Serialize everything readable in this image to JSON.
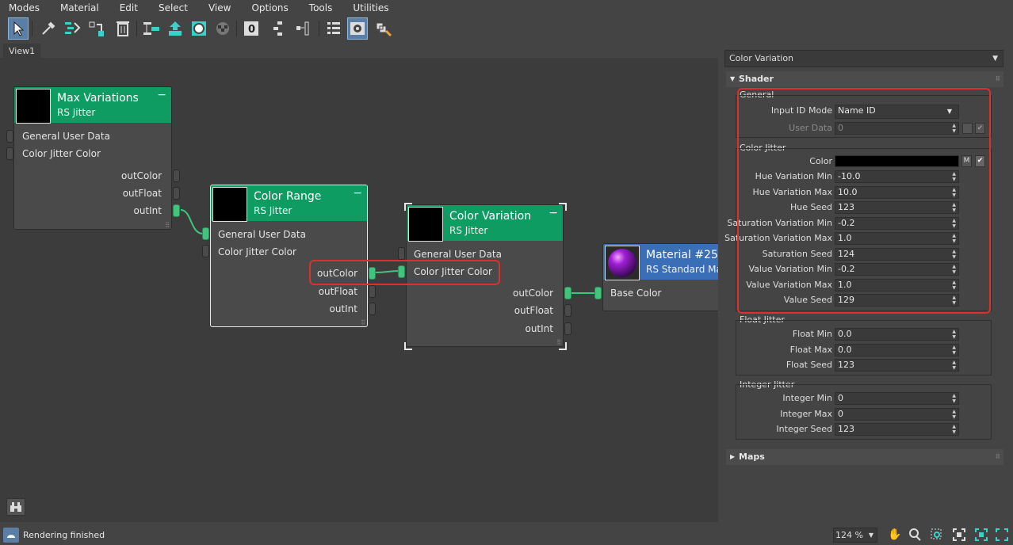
{
  "menu": [
    "Modes",
    "Material",
    "Edit",
    "Select",
    "View",
    "Options",
    "Tools",
    "Utilities"
  ],
  "view_tab": "View1",
  "nodes": {
    "max_variations": {
      "title": "Max Variations",
      "subtitle": "RS Jitter",
      "inputs": [
        "General User Data",
        "Color Jitter Color"
      ],
      "outputs": [
        "outColor",
        "outFloat",
        "outInt"
      ],
      "minimize": "−"
    },
    "color_range": {
      "title": "Color Range",
      "subtitle": "RS Jitter",
      "inputs": [
        "General User Data",
        "Color Jitter Color"
      ],
      "outputs": [
        "outColor",
        "outFloat",
        "outInt"
      ],
      "minimize": "−"
    },
    "color_variation": {
      "title": "Color Variation",
      "subtitle": "RS Jitter",
      "inputs": [
        "General User Data",
        "Color Jitter Color"
      ],
      "outputs": [
        "outColor",
        "outFloat",
        "outInt"
      ],
      "minimize": "−"
    },
    "material": {
      "title": "Material #25",
      "subtitle": "RS Standard Ma",
      "inputs": [
        "Base Color"
      ]
    }
  },
  "panel": {
    "selector": "Color Variation",
    "shader_rollout": "Shader",
    "maps_rollout": "Maps",
    "general": {
      "title": "General",
      "input_id_mode_label": "Input ID Mode",
      "input_id_mode_value": "Name ID",
      "user_data_label": "User Data",
      "user_data_value": "0"
    },
    "color_jitter": {
      "title": "Color Jitter",
      "color_label": "Color",
      "color_value": "#000000",
      "map_button": "M",
      "fields": [
        {
          "label": "Hue Variation Min",
          "value": "-10.0"
        },
        {
          "label": "Hue Variation Max",
          "value": "10.0"
        },
        {
          "label": "Hue Seed",
          "value": "123"
        },
        {
          "label": "Saturation Variation Min",
          "value": "-0.2"
        },
        {
          "label": "Saturation Variation Max",
          "value": "1.0"
        },
        {
          "label": "Saturation Seed",
          "value": "124"
        },
        {
          "label": "Value Variation Min",
          "value": "-0.2"
        },
        {
          "label": "Value Variation Max",
          "value": "1.0"
        },
        {
          "label": "Value Seed",
          "value": "129"
        }
      ]
    },
    "float_jitter": {
      "title": "Float Jitter",
      "fields": [
        {
          "label": "Float Min",
          "value": "0.0"
        },
        {
          "label": "Float Max",
          "value": "0.0"
        },
        {
          "label": "Float Seed",
          "value": "123"
        }
      ]
    },
    "integer_jitter": {
      "title": "Integer Jitter",
      "fields": [
        {
          "label": "Integer Min",
          "value": "0"
        },
        {
          "label": "Integer Max",
          "value": "0"
        },
        {
          "label": "Integer Seed",
          "value": "123"
        }
      ]
    }
  },
  "status": {
    "text": "Rendering finished",
    "zoom": "124 %"
  },
  "colors": {
    "node_header": "#0f9c63",
    "material_header": "#3a6fb8",
    "wire": "#42c47e",
    "highlight": "#d93030",
    "selection": "#5b7ea6"
  }
}
